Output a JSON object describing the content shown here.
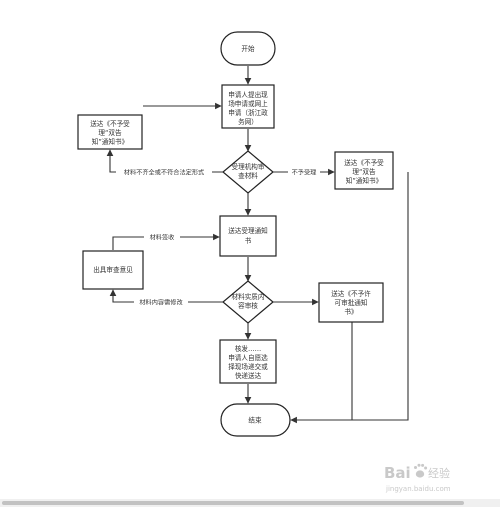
{
  "nodes": {
    "start": "开始",
    "apply": [
      "申请人提出现",
      "场申请或网上",
      "申请（浙江政",
      "务网）"
    ],
    "review": [
      "受理机构审",
      "查材料"
    ],
    "notice_dual": [
      "送达《不予受",
      "理“双告",
      "知”通知书》"
    ],
    "notice_reject": [
      "送达《不予受",
      "理“双告",
      "知”通知书》"
    ],
    "accept_notice": [
      "送达受理通知",
      "书"
    ],
    "opinion": "出具审查意见",
    "substantive": [
      "材料实质内",
      "容审核"
    ],
    "no_permit": [
      "送达《不予许",
      "可审批通知",
      "书》"
    ],
    "issue": [
      "核发……",
      "申请人自愿选",
      "择现场递交或",
      "快递送达"
    ],
    "end": "结束"
  },
  "edge_labels": {
    "incomplete": "材料不齐全或不符合法定形式",
    "not_accepted": "不予受理",
    "received": "材料签收",
    "revise": "材料内容需修改"
  },
  "watermark": {
    "brand": "Bai",
    "brand_tail": "经验",
    "url": "jingyan.baidu.com"
  }
}
